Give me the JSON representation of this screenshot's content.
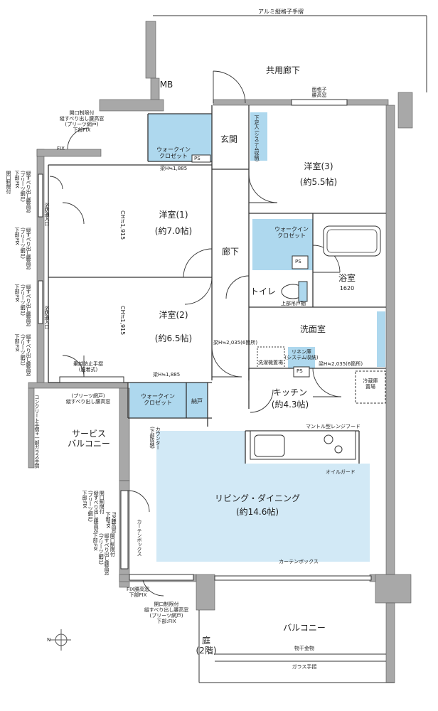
{
  "plan": {
    "top_rail": "アルミ縦格子手摺",
    "corridor": "共用廊下",
    "mb": "MB",
    "lattice": "面格子\n腰高窓",
    "entrance": "玄関",
    "shoe_storage": "下足入\n(システム収納)",
    "room3": {
      "name": "洋室(3)",
      "size": "(約5.5帖)"
    },
    "room1": {
      "name": "洋室(1)",
      "size": "(約7.0帖)",
      "ch": "CH≒1,915"
    },
    "room2": {
      "name": "洋室(2)",
      "size": "(約6.5帖)",
      "ch": "CH≒1,915"
    },
    "wic_top": "ウォークイン\nクロゼット",
    "wic_mid": "ウォークイン\nクロゼット",
    "wic_bottom": "ウォークイン\nクロゼット",
    "ps": "PS",
    "beam_1885_a": "梁H≒1,885",
    "beam_1885_b": "梁H≒1,885",
    "hallway": "廊下",
    "toilet": "トイレ",
    "upper_cabinet": "上部吊戸棚",
    "bath": {
      "name": "浴室",
      "size": "1620"
    },
    "washroom": "洗面室",
    "washer": "洗濯機置場",
    "linen": "リネン庫\n(システム収納)",
    "beam_2035_a": "梁H≒2,035(6箇所)",
    "beam_2035_b": "梁H≒2,035(6箇所)",
    "fridge": "冷蔵庫\n置場",
    "kitchen": {
      "name": "キッチン",
      "size": "(約4.3帖)"
    },
    "range_hood": "マントル型レンジフード",
    "oil_guard": "オイルガード",
    "counter": "カウンター\n(下部収納)",
    "ldk": {
      "name": "リビング・ダイニング",
      "size": "(約14.6帖)"
    },
    "curtain_box_v": "カーテンボックス",
    "curtain_box_h": "カーテンボックス",
    "storeroom": "納戸",
    "service_balcony": "サービス\nバルコニー",
    "concrete_rail": "コンクリート手摺+一部ガラス手摺",
    "screen_window": "(プリーツ網戸)\n縦すべり出し腰高窓",
    "anti_crime": "乗越防止手摺\n(脱着式)",
    "fix": "FIX",
    "open_limit_top": "開口制限付\n縦すべり出し腰高窓\n(プリーツ網戸)\n下部FIX",
    "left_win_1": "縦すべり出し腰高窓\n(プリーツ網戸)\n下部:FIX",
    "left_win_2": "開口制限付",
    "left_vent_1": "浴防通入口",
    "left_vent_2": "浴防通入口",
    "bottom_fix": "FIX腰高窓\n下部FIX",
    "bottom_win": "開口制限付\n縦すべり出し腰高窓\n(プリーツ網戸)\n下部:FIX",
    "lower_left_1": "開口制限付\n縦すべり出し腰高窓\n(プリーツ網戸)\n下部:FIX",
    "lower_left_2": "FIX腰高窓\n下部FIX",
    "lower_left_3": "開口制限付\n縦すべり出し腰高窓\n(プリーツ網戸)\n下部:FIX",
    "garden": "庭\n(2階)",
    "balcony": "バルコニー",
    "laundry_hanger": "物干金物",
    "glass_rail": "ガラス手摺",
    "north_mark": "N"
  },
  "colors": {
    "wall": "#a8a8a8",
    "storage": "#aed8ee",
    "ldk": "#d2e9f6",
    "line": "#333333",
    "beam": "#888888"
  }
}
